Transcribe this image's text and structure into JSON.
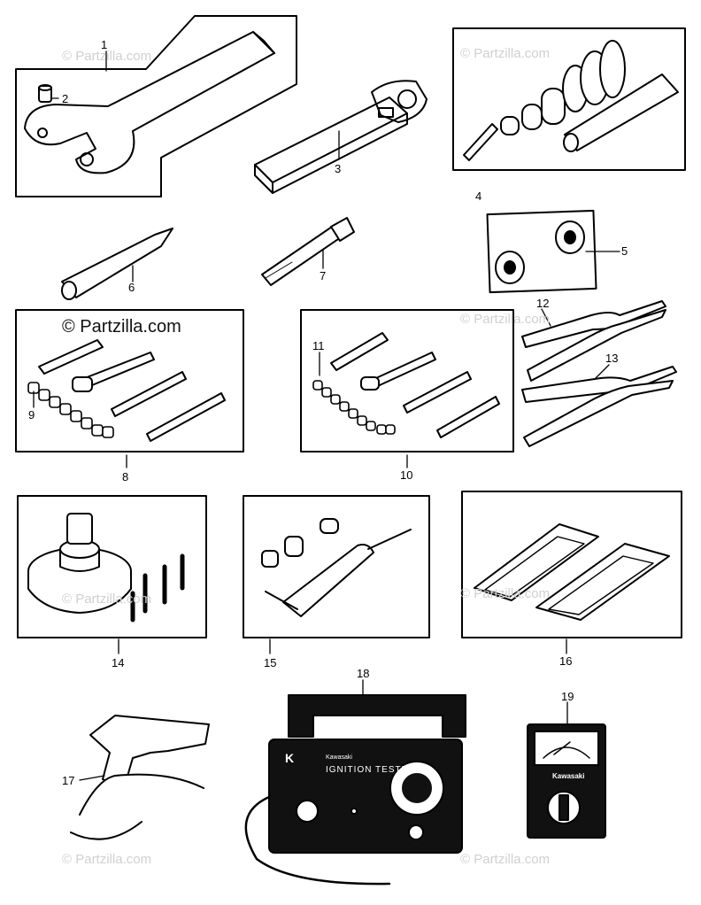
{
  "watermark": {
    "text": "© Partzilla.com",
    "prominent_text": "© Partzilla.com"
  },
  "callouts": [
    "1",
    "2",
    "3",
    "4",
    "5",
    "6",
    "7",
    "8",
    "9",
    "10",
    "11",
    "12",
    "13",
    "14",
    "15",
    "16",
    "17",
    "18",
    "19"
  ],
  "tester": {
    "brand": "Kawasaki",
    "title": "IGNITION TESTER",
    "logo": "K"
  },
  "meter": {
    "brand": "Kawasaki"
  }
}
